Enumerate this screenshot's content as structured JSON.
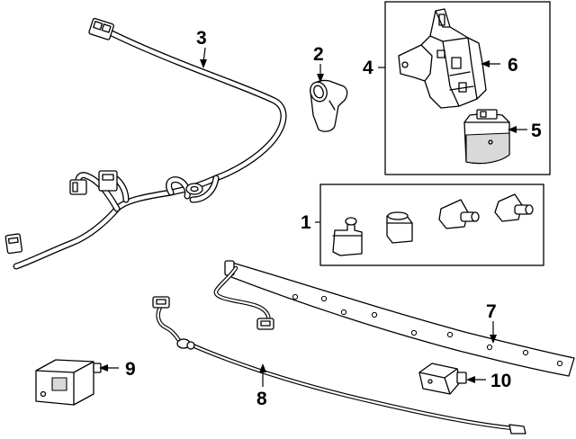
{
  "diagram": {
    "callouts": {
      "c1": "1",
      "c2": "2",
      "c3": "3",
      "c4": "4",
      "c5": "5",
      "c6": "6",
      "c7": "7",
      "c8": "8",
      "c9": "9",
      "c10": "10"
    },
    "parts": [
      {
        "callout": "1",
        "icon": "push-retainer-set"
      },
      {
        "callout": "2",
        "icon": "parking-sensor"
      },
      {
        "callout": "3",
        "icon": "wiring-harness"
      },
      {
        "callout": "4",
        "icon": "sensor-bracket"
      },
      {
        "callout": "5",
        "icon": "sensor-module"
      },
      {
        "callout": "6",
        "icon": "bracket-clip"
      },
      {
        "callout": "7",
        "icon": "bumper-reinforcement-strip"
      },
      {
        "callout": "8",
        "icon": "antenna-cable"
      },
      {
        "callout": "9",
        "icon": "control-module"
      },
      {
        "callout": "10",
        "icon": "connector-module"
      }
    ]
  }
}
